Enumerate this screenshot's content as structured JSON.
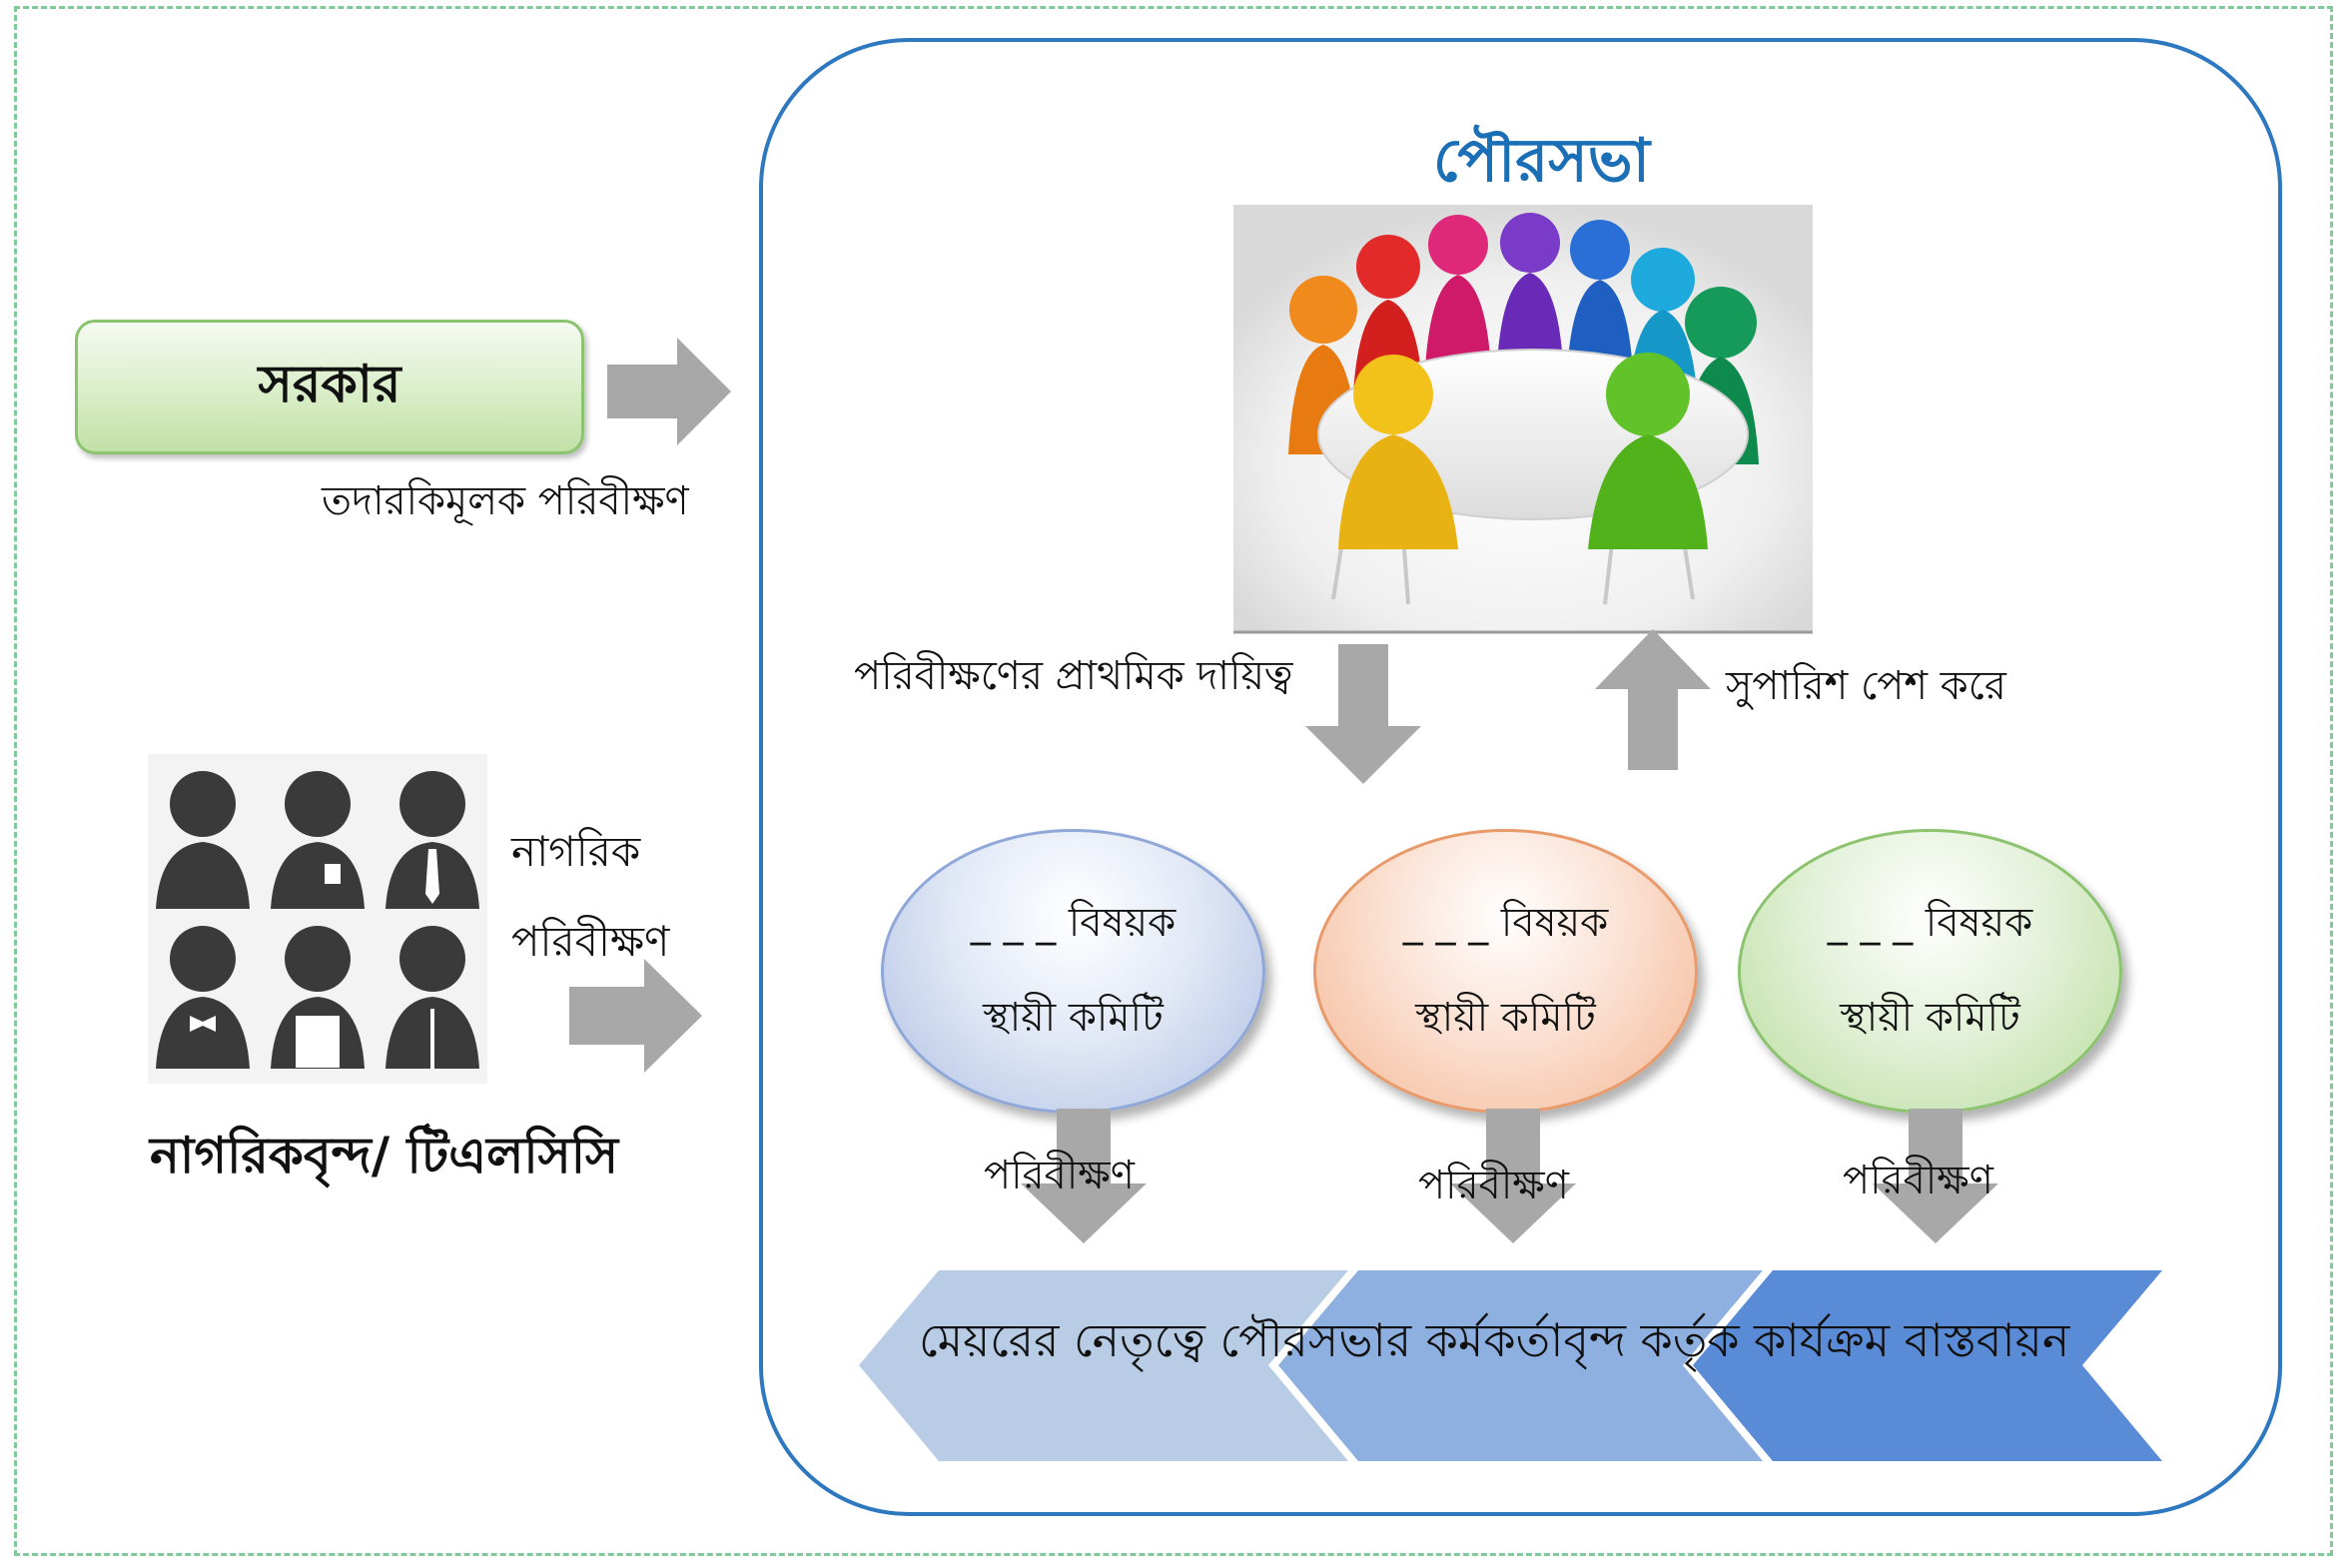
{
  "colors": {
    "frame_border": "#7fc99a",
    "municipality_border": "#2e78c0",
    "title_blue": "#1a6fb7",
    "arrow_gray": "#a8a8a8",
    "chevron_light": "#b8cce6",
    "chevron_mid": "#8eb0e0",
    "chevron_dark": "#5a8bd6"
  },
  "municipality": {
    "title": "পৌরসভা"
  },
  "government": {
    "label": "সরকার",
    "arrow_caption": "তদারকিমূলক পরিবীক্ষণ"
  },
  "citizens": {
    "caption_line1": "নাগরিক",
    "caption_line2": "পরিবীক্ষণ",
    "group_label": "নাগরিকবৃন্দ/ টিএলসিসি"
  },
  "flow": {
    "down_label": "পরিবীক্ষণের প্রাথমিক দায়িত্ব",
    "up_label": "সুপারিশ পেশ করে"
  },
  "committees": [
    {
      "line1": "_ _ _ বিষয়ক",
      "line2": "স্থায়ী কমিটি",
      "monitor_label": "পরিবীক্ষণ"
    },
    {
      "line1": "_ _ _ বিষয়ক",
      "line2": "স্থায়ী কমিটি",
      "monitor_label": "পরিবীক্ষণ"
    },
    {
      "line1": "_ _ _ বিষয়ক",
      "line2": "স্থায়ী কমিটি",
      "monitor_label": "পরিবীক্ষণ"
    }
  ],
  "implementation": {
    "text": "মেয়রের নেতৃত্বে পৌরসভার কর্মকর্তাবৃন্দ কর্তৃক কার্যক্রম বাস্তবায়ন"
  },
  "icons": {
    "meeting": "round-table-meeting-icon",
    "people": "people-group-icon",
    "arrow": "block-arrow-icon"
  }
}
